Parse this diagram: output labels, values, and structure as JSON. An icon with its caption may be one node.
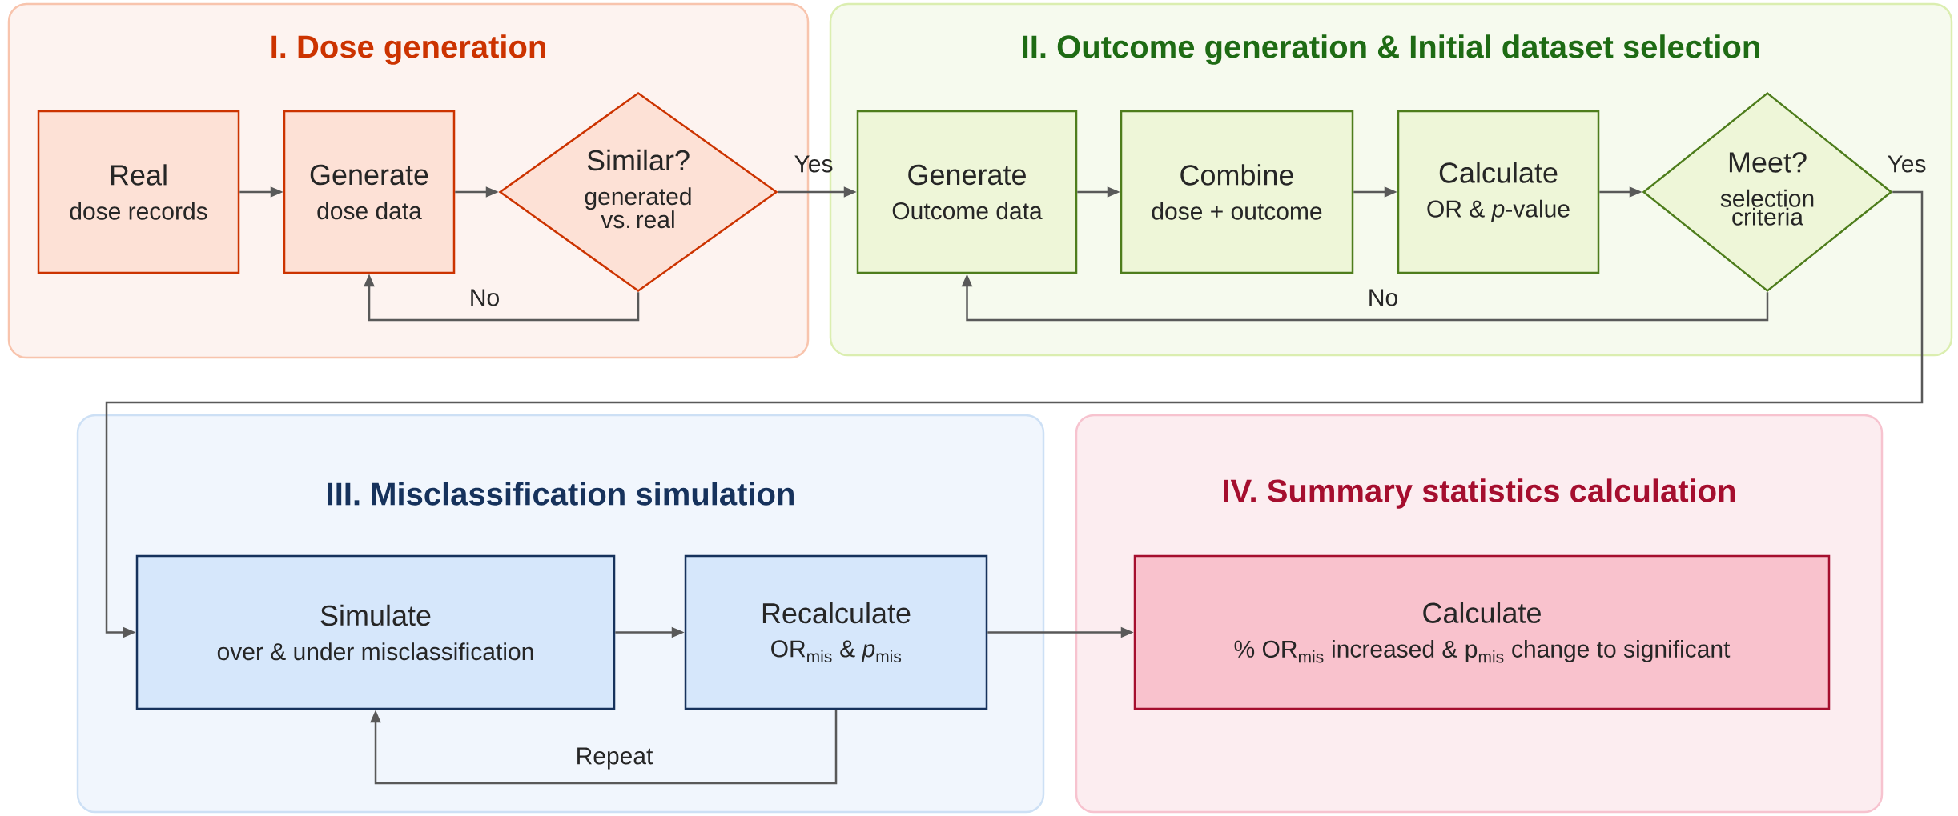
{
  "diagram": {
    "nodes": [
      {
        "text": [
          "I. Dose generation"
        ]
      },
      {
        "text": [
          "Real",
          "dose records"
        ],
        "in": 0
      },
      {
        "text": [
          "Generate",
          "dose data"
        ],
        "in": 0
      },
      {
        "text": [
          "Similar?",
          "generated vs. real"
        ],
        "in": 0
      },
      {
        "text": [
          "II. Outcome generation & Initial dataset selection"
        ]
      },
      {
        "text": [
          "Generate",
          "Outcome data"
        ],
        "in": 4
      },
      {
        "text": [
          "Combine",
          "dose + outcome"
        ],
        "in": 4
      },
      {
        "text": [
          "Calculate",
          "OR & *p*-value"
        ],
        "in": 4
      },
      {
        "text": [
          "Meet?",
          "selection criteria"
        ],
        "in": 4
      },
      {
        "text": [
          "III. Misclassification simulation"
        ]
      },
      {
        "text": [
          "Simulate",
          "over & under misclassification"
        ],
        "in": 9
      },
      {
        "text": [
          "Recalculate",
          "OR$_{mis}$ & *p*$_{mis}$"
        ],
        "in": 9
      },
      {
        "text": [
          "IV. Summary statistics calculation"
        ]
      },
      {
        "text": [
          "Calculate",
          "% OR$_{mis}$ increased & p$_{mis}$ change to significant"
        ],
        "in": 12
      }
    ],
    "edges": [
      {
        "from": 1,
        "to": 2,
        "arrow": "to"
      },
      {
        "from": 2,
        "to": 3,
        "arrow": "to"
      },
      {
        "from": 3,
        "to": 2,
        "arrow": "to",
        "label": "No"
      },
      {
        "from": 3,
        "to": 5,
        "arrow": "to",
        "label": "Yes"
      },
      {
        "from": 5,
        "to": 6,
        "arrow": "to"
      },
      {
        "from": 6,
        "to": 7,
        "arrow": "to"
      },
      {
        "from": 7,
        "to": 8,
        "arrow": "to"
      },
      {
        "from": 8,
        "to": 5,
        "arrow": "to",
        "label": "No"
      },
      {
        "from": 8,
        "to": 10,
        "arrow": "to",
        "label": "Yes"
      },
      {
        "from": 10,
        "to": 11,
        "arrow": "to"
      },
      {
        "from": 11,
        "to": 10,
        "arrow": "to",
        "label": "Repeat"
      },
      {
        "from": 11,
        "to": 13,
        "arrow": "to"
      }
    ]
  }
}
